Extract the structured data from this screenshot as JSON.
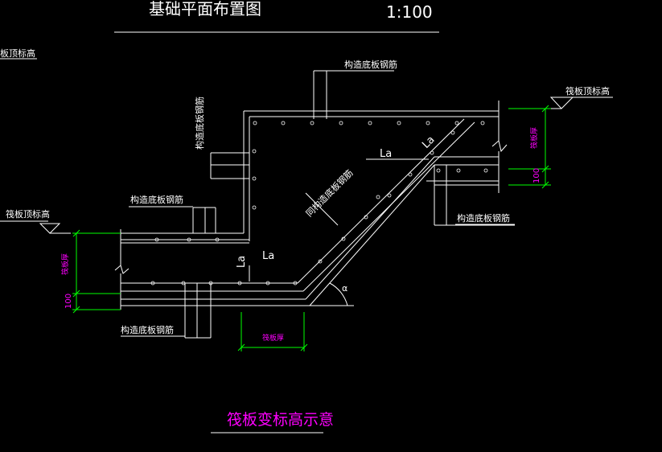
{
  "header": {
    "title": "基础平面布置图",
    "scale": "1:100"
  },
  "labels": {
    "raft_top_elev_left_partial": "板顶标高",
    "raft_top_elev_left": "筏板顶标高",
    "raft_top_elev_right": "筏板顶标高",
    "constr_bottom_rebar_top": "构造底板钢筋",
    "constr_bottom_rebar_vertical": "构造底板钢筋",
    "constr_bottom_rebar_mid_left": "构造底板钢筋",
    "constr_bottom_rebar_bottom_left": "构造底板钢筋",
    "constr_bottom_rebar_right": "构造底板钢筋",
    "diagonal_rebar": "同构造底板钢筋",
    "la_upper": "La",
    "la_inner": "La",
    "la_vertical": "La",
    "la_diagonal": "La",
    "angle": "α",
    "thickness_left": "筏板厚",
    "thickness_right": "筏板厚",
    "thickness_bottom": "筏板厚",
    "dim_100_left": "100",
    "dim_100_right": "100"
  },
  "caption": "筏板变标高示意",
  "colors": {
    "background": "#000000",
    "linework": "#ffffff",
    "dimension": "#00ff00",
    "dimension_text": "#ff00ff",
    "caption": "#ff00ff"
  }
}
